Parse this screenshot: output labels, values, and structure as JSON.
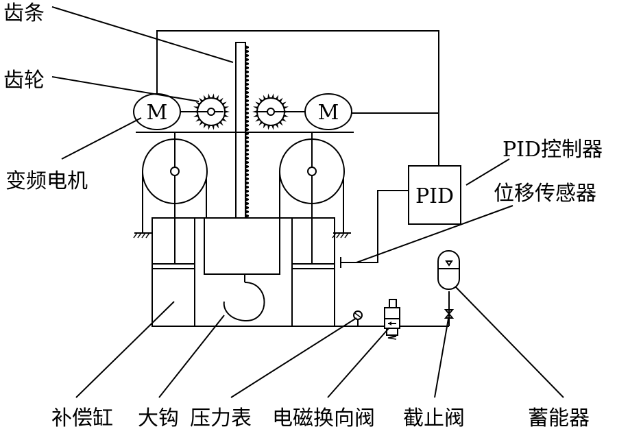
{
  "labels": {
    "rack": "齿条",
    "gear": "齿轮",
    "motor": "变频电机",
    "pid_controller": "PID控制器",
    "displacement_sensor": "位移传感器",
    "compensating_cylinder": "补偿缸",
    "hook": "大钩",
    "pressure_gauge": "压力表",
    "solenoid_valve": "电磁换向阀",
    "stop_valve": "截止阀",
    "accumulator": "蓄能器"
  },
  "components": {
    "motor_symbol": "M",
    "pid_box": "PID"
  }
}
